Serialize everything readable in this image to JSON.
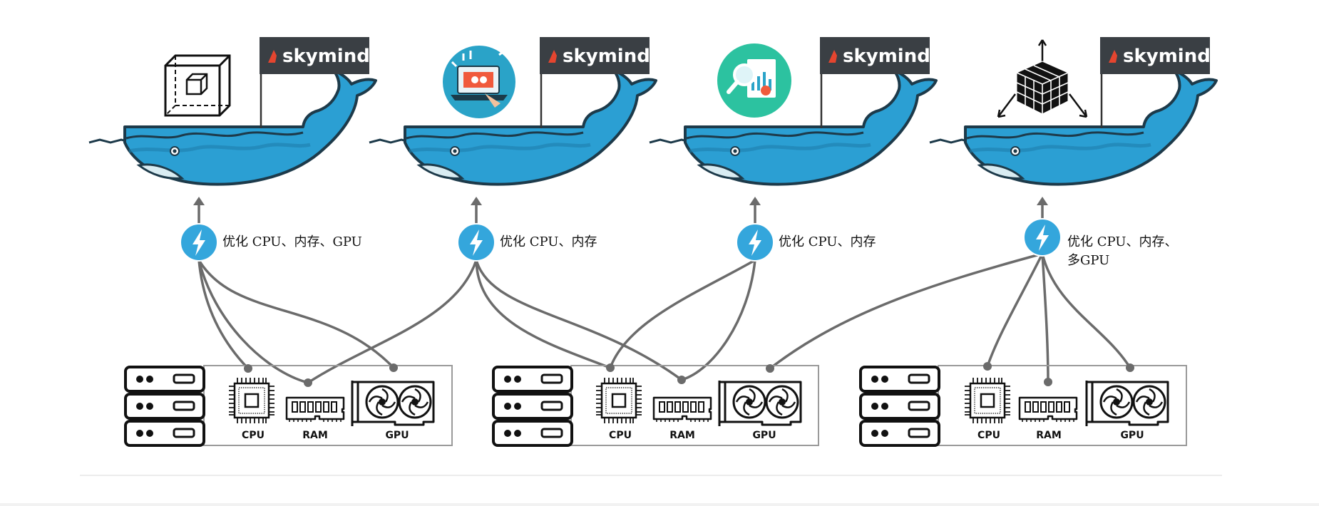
{
  "brand": {
    "name": "skymind"
  },
  "colors": {
    "whale_body": "#2b9fd3",
    "whale_belly": "#d9ecf2",
    "whale_outline": "#1d3a4a",
    "flag": "#3a3f44",
    "brand_accent": "#e5452f",
    "optimizer_badge": "#34a6dc",
    "connector_line": "#6b6b6b",
    "box_border": "#9a9a9a"
  },
  "containers": [
    {
      "icon": "open-cube-icon",
      "optimizer_label": "优化 CPU、内存、GPU",
      "optimizer_label_line2": ""
    },
    {
      "icon": "analyst-laptop-icon",
      "optimizer_label": "优化 CPU、内存",
      "optimizer_label_line2": ""
    },
    {
      "icon": "magnifier-report-icon",
      "optimizer_label": "优化 CPU、内存",
      "optimizer_label_line2": ""
    },
    {
      "icon": "cube-arrows-icon",
      "optimizer_label": "优化 CPU、内存、",
      "optimizer_label_line2": "多GPU"
    }
  ],
  "servers": [
    {
      "labels": {
        "cpu": "CPU",
        "ram": "RAM",
        "gpu": "GPU"
      }
    },
    {
      "labels": {
        "cpu": "CPU",
        "ram": "RAM",
        "gpu": "GPU"
      }
    },
    {
      "labels": {
        "cpu": "CPU",
        "ram": "RAM",
        "gpu": "GPU"
      }
    }
  ]
}
